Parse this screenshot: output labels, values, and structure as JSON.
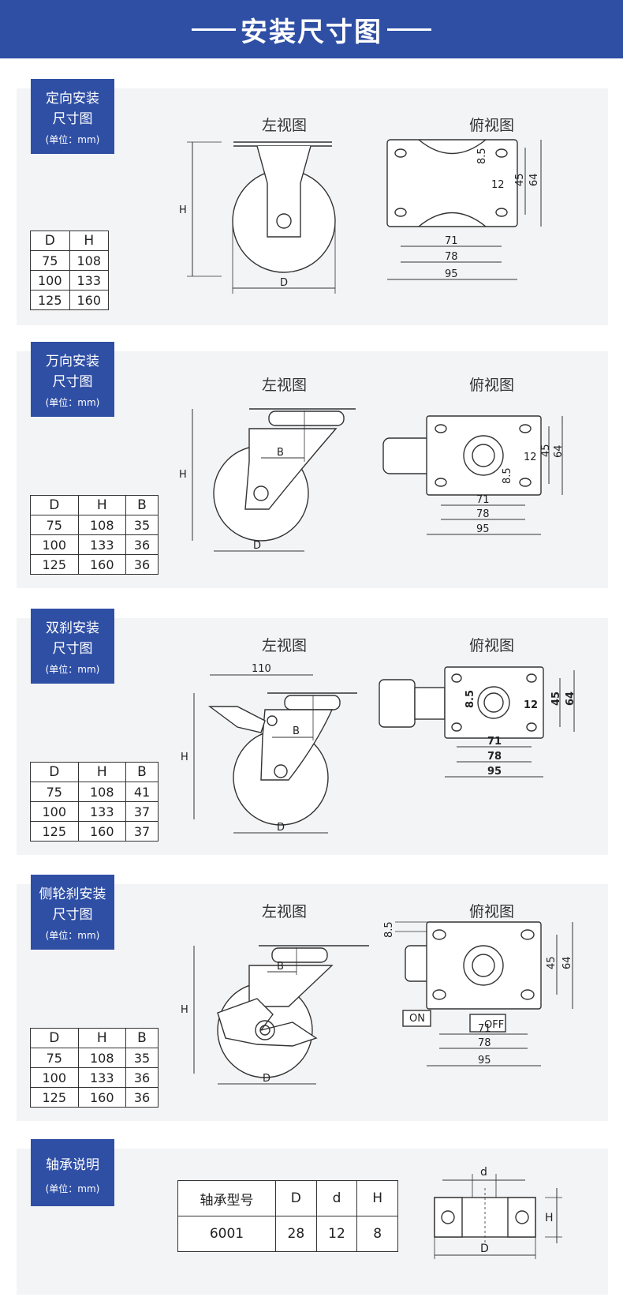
{
  "header": {
    "title": "安装尺寸图"
  },
  "views": {
    "left": "左视图",
    "top": "俯视图"
  },
  "unit": "(单位：mm)",
  "sections": [
    {
      "label": [
        "定向安装",
        "尺寸图"
      ],
      "table": {
        "headers": [
          "D",
          "H"
        ],
        "rows": [
          [
            "75",
            "108"
          ],
          [
            "100",
            "133"
          ],
          [
            "125",
            "160"
          ]
        ]
      },
      "dims": {
        "H": "H",
        "D": "D",
        "a": "8.5",
        "b": "12",
        "c": "45",
        "d": "64",
        "e": "71",
        "f": "78",
        "g": "95"
      }
    },
    {
      "label": [
        "万向安装",
        "尺寸图"
      ],
      "table": {
        "headers": [
          "D",
          "H",
          "B"
        ],
        "rows": [
          [
            "75",
            "108",
            "35"
          ],
          [
            "100",
            "133",
            "36"
          ],
          [
            "125",
            "160",
            "36"
          ]
        ]
      },
      "dims": {
        "H": "H",
        "D": "D",
        "B": "B",
        "a": "8.5",
        "b": "12",
        "c": "45",
        "d": "64",
        "e": "71",
        "f": "78",
        "g": "95"
      }
    },
    {
      "label": [
        "双刹安装",
        "尺寸图"
      ],
      "table": {
        "headers": [
          "D",
          "H",
          "B"
        ],
        "rows": [
          [
            "75",
            "108",
            "41"
          ],
          [
            "100",
            "133",
            "37"
          ],
          [
            "125",
            "160",
            "37"
          ]
        ]
      },
      "dims": {
        "H": "H",
        "D": "D",
        "B": "B",
        "w": "110",
        "a": "8.5",
        "b": "12",
        "c": "45",
        "d": "64",
        "e": "71",
        "f": "78",
        "g": "95"
      }
    },
    {
      "label": [
        "侧轮刹安装",
        "尺寸图"
      ],
      "table": {
        "headers": [
          "D",
          "H",
          "B"
        ],
        "rows": [
          [
            "75",
            "108",
            "35"
          ],
          [
            "100",
            "133",
            "36"
          ],
          [
            "125",
            "160",
            "36"
          ]
        ]
      },
      "dims": {
        "H": "H",
        "D": "D",
        "B": "B",
        "a": "8.5",
        "c": "45",
        "d": "64",
        "e": "71",
        "f": "78",
        "g": "95",
        "on": "ON",
        "off": "OFF"
      }
    }
  ],
  "bearing": {
    "label": [
      "轴承说明"
    ],
    "table": {
      "headers": [
        "轴承型号",
        "D",
        "d",
        "H"
      ],
      "row": [
        "6001",
        "28",
        "12",
        "8"
      ]
    },
    "dims": {
      "d": "d",
      "D": "D",
      "H": "H"
    }
  }
}
